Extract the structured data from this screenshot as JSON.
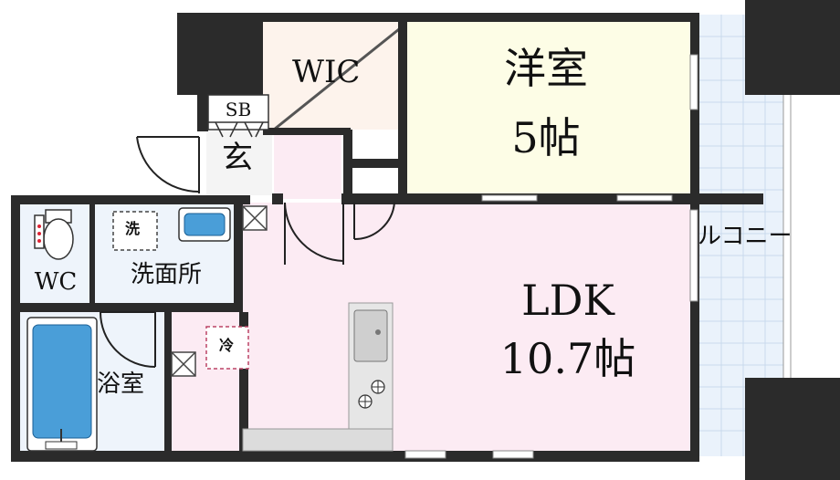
{
  "rooms": {
    "wic": "WIC",
    "western_room": "洋室",
    "western_room_size": "5帖",
    "shoe_box": "SB",
    "entrance": "玄",
    "wc": "WC",
    "washroom": "洗面所",
    "bathroom": "浴室",
    "ldk": "LDK",
    "ldk_size": "10.7帖",
    "balcony": "ルコニー"
  },
  "fixtures": {
    "washer_tag": "洗",
    "fridge_tag": "冷"
  },
  "colors": {
    "wall": "#2b2b2b",
    "wic_floor": "#fdf3ec",
    "western_floor": "#fdfde6",
    "ldk_floor": "#fcebf3",
    "wet_floor": "#eef4fb",
    "balcony_floor": "#eaf2fb",
    "fixture_blue": "#4a9ed8"
  }
}
